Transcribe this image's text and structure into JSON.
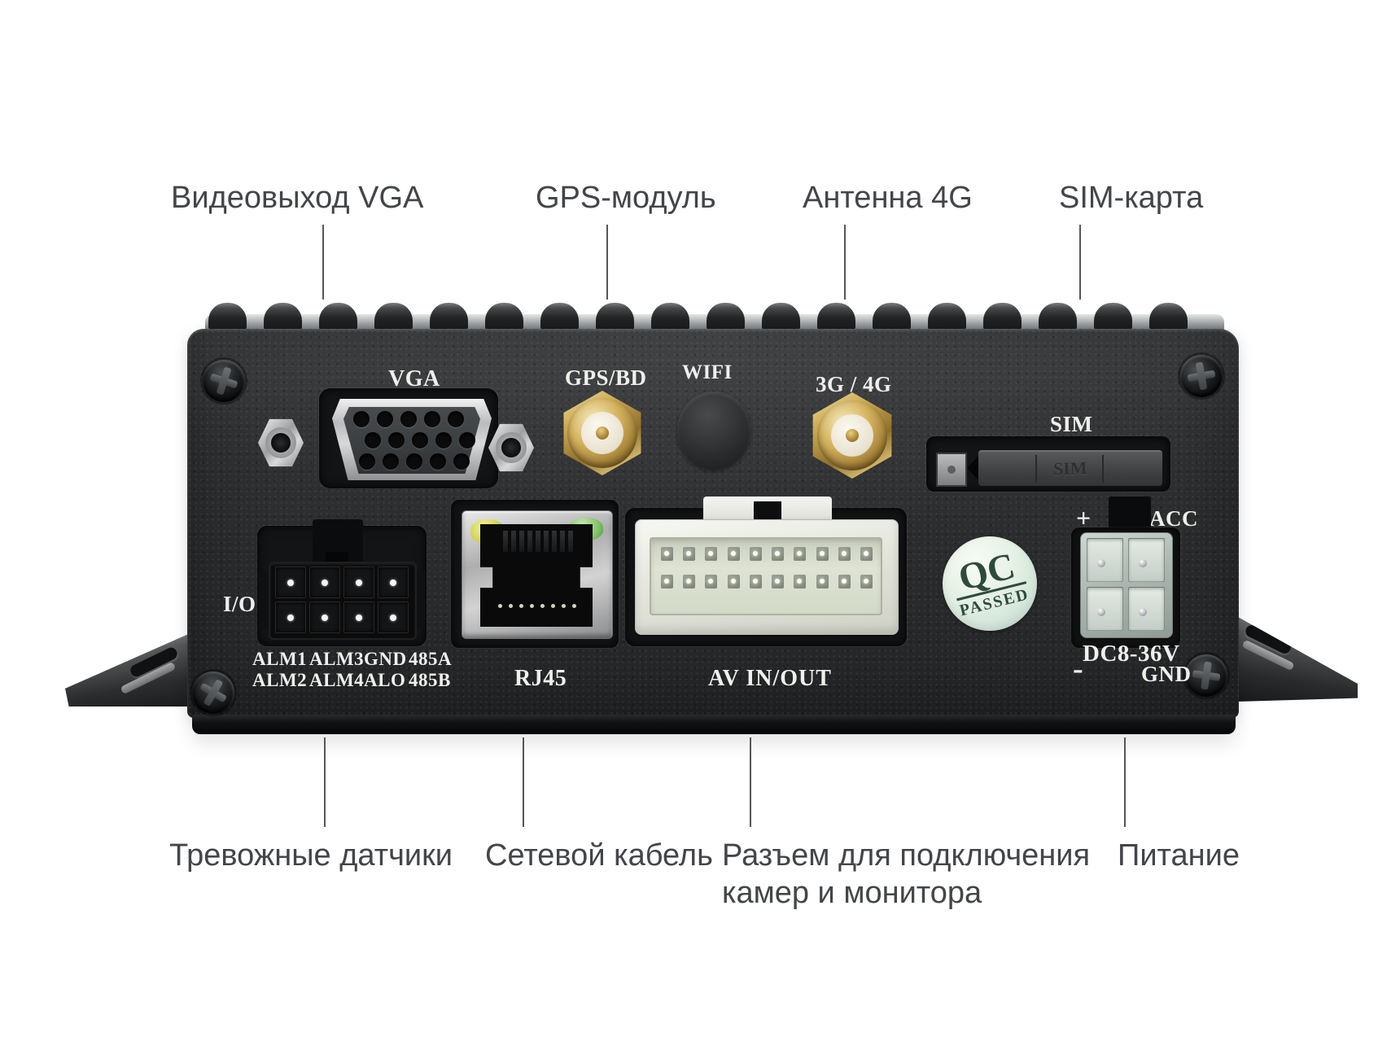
{
  "callouts": {
    "top": [
      {
        "label": "Видеовыход VGA"
      },
      {
        "label": "GPS-модуль"
      },
      {
        "label": "Антенна 4G"
      },
      {
        "label": "SIM-карта"
      }
    ],
    "bottom": [
      {
        "label": "Тревожные датчики"
      },
      {
        "label": "Сетевой кабель"
      },
      {
        "label": "Разъем для подключения",
        "label2": "камер и монитора"
      },
      {
        "label": "Питание"
      }
    ]
  },
  "panel": {
    "vga_label": "VGA",
    "gps_label": "GPS/BD",
    "wifi_label": "WIFI",
    "cellular_label": "3G / 4G",
    "sim_label": "SIM",
    "sim_tray_label": "SIM",
    "io_label": "I/O",
    "rj45_label": "RJ45",
    "av_label": "AV IN/OUT",
    "power_plus": "+",
    "power_acc": "ACC",
    "power_voltage": "DC8-36V",
    "power_minus": "-",
    "power_gnd": "GND",
    "io_pins": {
      "row1": [
        "ALM1",
        "ALM3",
        "GND",
        "485A"
      ],
      "row2": [
        "ALM2",
        "ALM4",
        "ALO",
        "485B"
      ]
    }
  },
  "sticker": {
    "line1": "QC",
    "line2": "PASSED"
  },
  "colors": {
    "background": "#ffffff",
    "panel_body": "#2e2f31",
    "callout_text": "#434549",
    "callout_line": "#565656",
    "silkscreen_text": "#efefec",
    "sma_gold": "#cba952",
    "sticker_text": "#2e4a3a",
    "led_yellow": "#d0d053",
    "led_green": "#85c56b"
  }
}
